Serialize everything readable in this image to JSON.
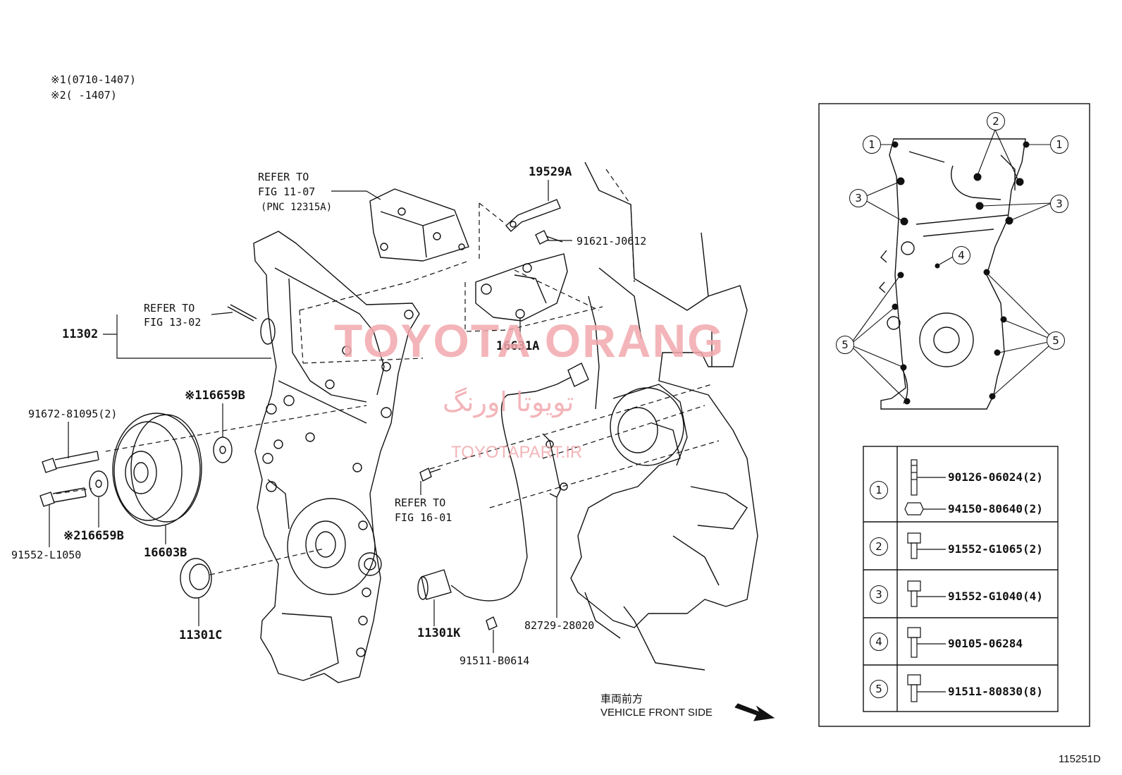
{
  "notes": {
    "note1": "※1(0710-1407)",
    "note2": "※2(     -1407)"
  },
  "refer": {
    "fig1107_l1": "REFER TO",
    "fig1107_l2": "FIG 11-07",
    "fig1107_l3": "(PNC 12315A)",
    "fig1302_l1": "REFER TO",
    "fig1302_l2": "FIG 13-02",
    "fig1601_l1": "REFER TO",
    "fig1601_l2": "FIG 16-01"
  },
  "parts": {
    "p11302": "11302",
    "p19529A": "19529A",
    "p91621": "91621-J0612",
    "p16631A": "16631A",
    "p16659B_1": "※116659B",
    "p91672": "91672-81095(2)",
    "p91552L": "91552-L1050",
    "p16659B_2": "※216659B",
    "p16603B": "16603B",
    "p11301C": "11301C",
    "p11301K": "11301K",
    "p91511B": "91511-B0614",
    "p82729": "82729-28020"
  },
  "direction": {
    "jp": "車両前方",
    "en": "VEHICLE FRONT SIDE"
  },
  "watermark": {
    "main": "TOYOTA ORANG",
    "farsi": "تویوتا اورنگ",
    "url": "TOYOTAPART.IR"
  },
  "inset": {
    "legend": [
      {
        "num": "1",
        "parts": [
          "90126-06024(2)",
          "94150-80640(2)"
        ]
      },
      {
        "num": "2",
        "parts": [
          "91552-G1065(2)"
        ]
      },
      {
        "num": "3",
        "parts": [
          "91552-G1040(4)"
        ]
      },
      {
        "num": "4",
        "parts": [
          "90105-06284"
        ]
      },
      {
        "num": "5",
        "parts": [
          "91511-80830(8)"
        ]
      }
    ],
    "callouts": [
      "1",
      "2",
      "1",
      "3",
      "3",
      "4",
      "5",
      "5"
    ]
  },
  "figure_id": "115251D"
}
